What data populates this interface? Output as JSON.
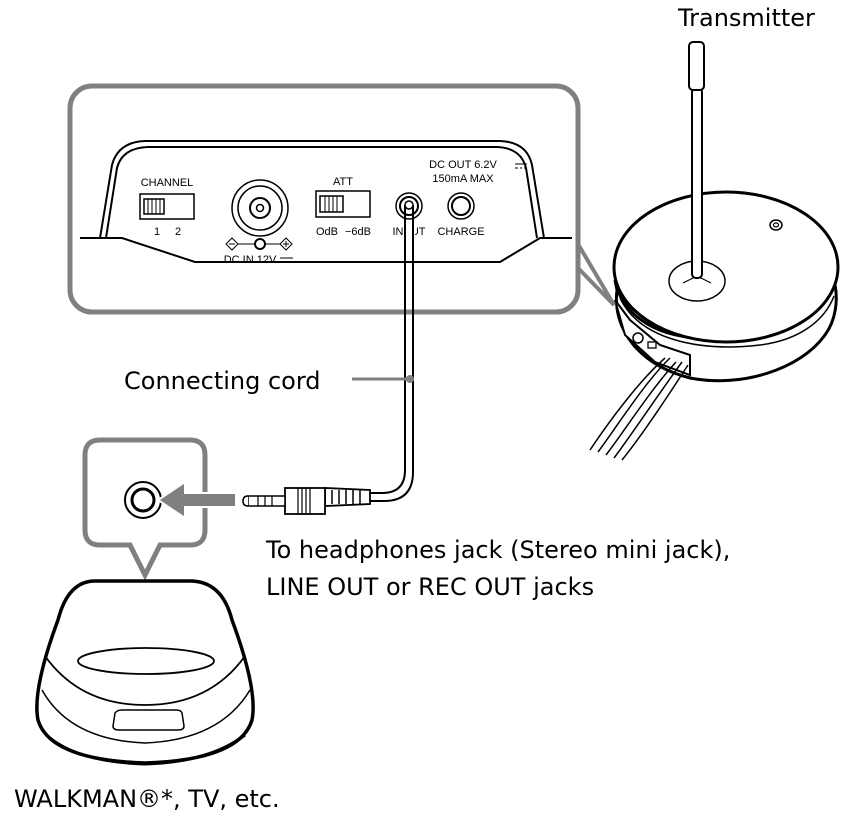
{
  "labels": {
    "transmitter": "Transmitter",
    "connecting_cord": "Connecting cord",
    "destination_line1": "To headphones jack (Stereo mini jack),",
    "destination_line2": "LINE OUT or REC OUT jacks",
    "source_device": "WALKMAN®*, TV, etc."
  },
  "panel": {
    "channel_label": "CHANNEL",
    "channel_pos1": "1",
    "channel_pos2": "2",
    "dc_in_label": "DC IN  12V",
    "att_label": "ATT",
    "att_pos1": "OdB",
    "att_pos2": "−6dB",
    "input_label": "INPUT",
    "charge_label": "CHARGE",
    "dc_out_line1": "DC OUT 6.2V",
    "dc_out_line2": "150mA MAX"
  },
  "colors": {
    "callout_gray": "#808080",
    "ink": "#000000"
  }
}
